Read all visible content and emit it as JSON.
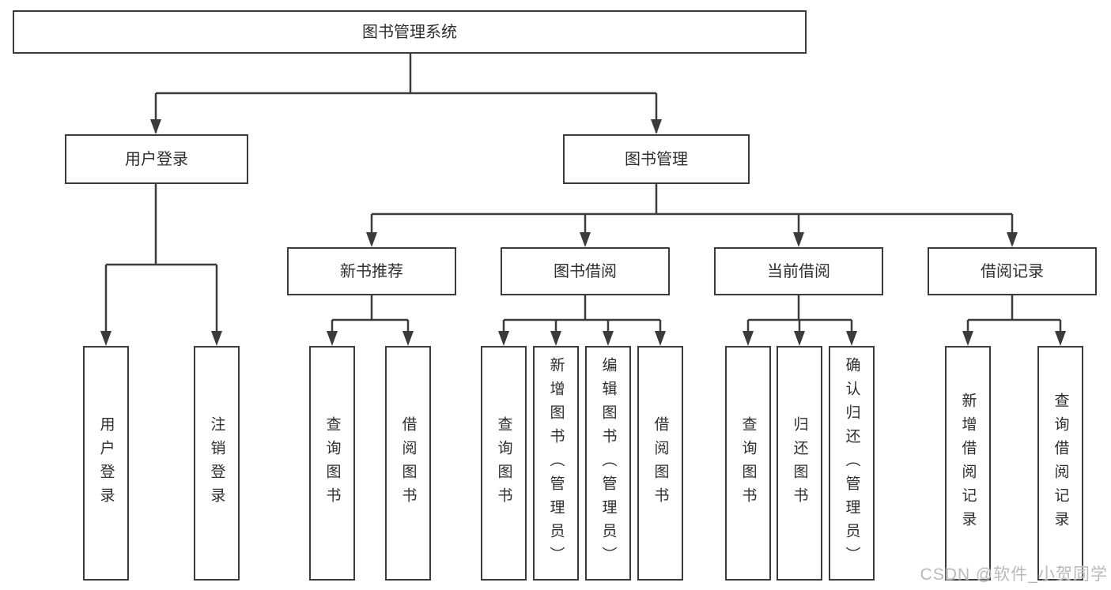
{
  "watermark": "CSDN @软件_小贺同学",
  "colors": {
    "line": "#3b3b3b",
    "box_border": "#3b3b3b",
    "text": "#2e2e2e",
    "background": "#ffffff",
    "watermark": "#b9b9b9"
  },
  "tree": {
    "label": "图书管理系统",
    "children": [
      {
        "label": "用户登录",
        "children": [
          {
            "label": "用户登录"
          },
          {
            "label": "注销登录"
          }
        ]
      },
      {
        "label": "图书管理",
        "children": [
          {
            "label": "新书推荐",
            "children": [
              {
                "label": "查询图书"
              },
              {
                "label": "借阅图书"
              }
            ]
          },
          {
            "label": "图书借阅",
            "children": [
              {
                "label": "查询图书"
              },
              {
                "label": "新增图书（管理员）"
              },
              {
                "label": "编辑图书（管理员）"
              },
              {
                "label": "借阅图书"
              }
            ]
          },
          {
            "label": "当前借阅",
            "children": [
              {
                "label": "查询图书"
              },
              {
                "label": "归还图书"
              },
              {
                "label": "确认归还（管理员）"
              }
            ]
          },
          {
            "label": "借阅记录",
            "children": [
              {
                "label": "新增借阅记录"
              },
              {
                "label": "查询借阅记录"
              }
            ]
          }
        ]
      }
    ]
  }
}
